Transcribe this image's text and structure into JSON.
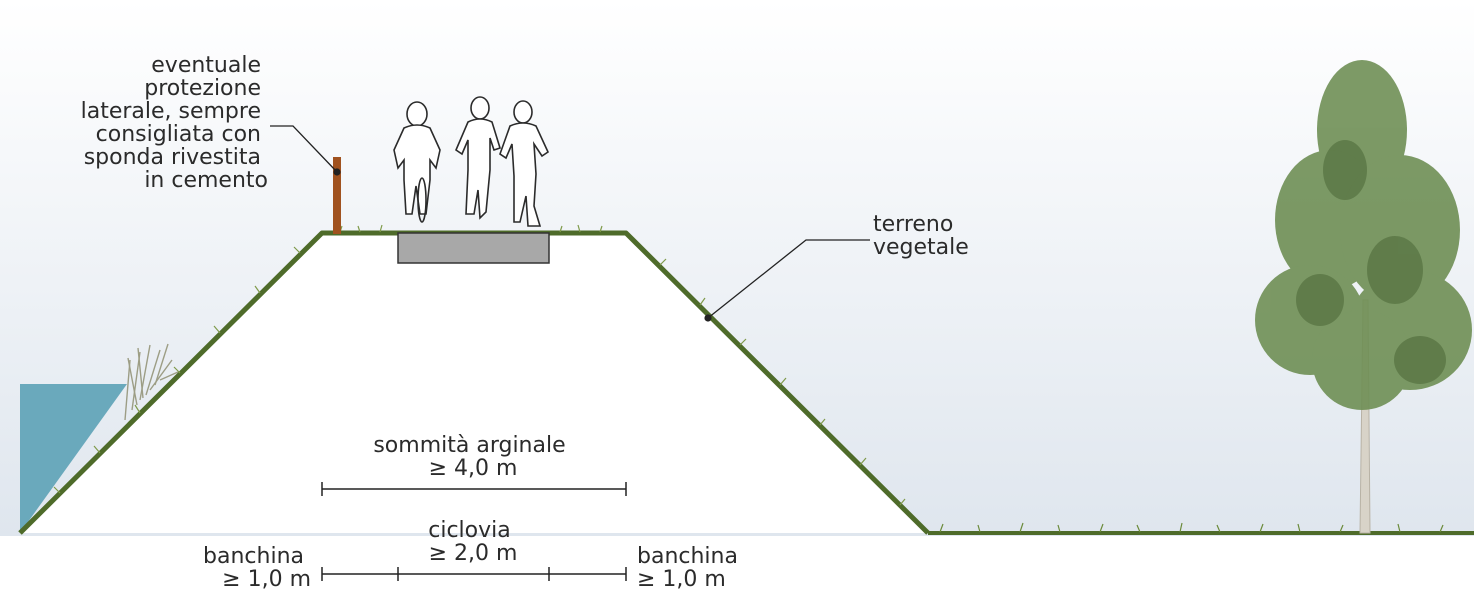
{
  "labels": {
    "protection": [
      "eventuale",
      "protezione",
      "laterale, sempre",
      "consigliata con",
      "sponda rivestita",
      "in cemento"
    ],
    "soil": [
      "terreno",
      "vegetale"
    ],
    "summit": [
      "sommità arginale",
      "≥ 4,0 m"
    ],
    "cyclepath": [
      "ciclovia",
      "≥ 2,0 m"
    ],
    "shoulder_left": [
      "banchina",
      "≥ 1,0 m"
    ],
    "shoulder_right": [
      "banchina",
      "≥ 1,0 m"
    ]
  },
  "colors": {
    "sky_top": "#ffffff",
    "sky_bottom": "#dfe6ee",
    "water": "#6aa9bc",
    "grass": "#4e6b2a",
    "path": "#a8a8a8",
    "post": "#a0521f",
    "foliage": "#6f8f55",
    "trunk": "#d8d3c8",
    "ink": "#222222"
  }
}
